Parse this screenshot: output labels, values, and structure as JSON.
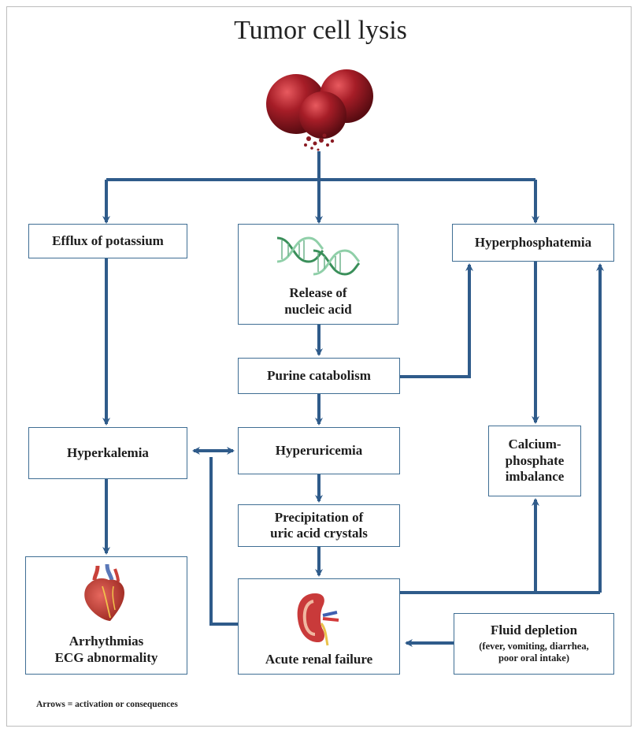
{
  "title": "Tumor cell lysis",
  "nodes": {
    "efflux_potassium": "Efflux of potassium",
    "nucleic_acid": [
      "Release of",
      "nucleic acid"
    ],
    "hyperphosphatemia": "Hyperphosphatemia",
    "purine_catabolism": "Purine catabolism",
    "hyperkalemia": "Hyperkalemia",
    "hyperuricemia": "Hyperuricemia",
    "calcium_phosphate": [
      "Calcium-",
      "phosphate",
      "imbalance"
    ],
    "precipitation": [
      "Precipitation of",
      "uric acid crystals"
    ],
    "arrhythmias": [
      "Arrhythmias",
      "ECG abnormality"
    ],
    "renal_failure": "Acute renal failure",
    "fluid_depletion": {
      "title": "Fluid depletion",
      "detail": [
        "(fever, vomiting, diarrhea,",
        "poor oral intake)"
      ]
    }
  },
  "caption": "Arrows = activation or consequences",
  "colors": {
    "arrow": "#2f5b8a",
    "box_border": "#3f6e94",
    "cell": "#9e1b24"
  },
  "icons": [
    "tumor-cells-icon",
    "dna-icon",
    "heart-icon",
    "kidney-icon"
  ]
}
